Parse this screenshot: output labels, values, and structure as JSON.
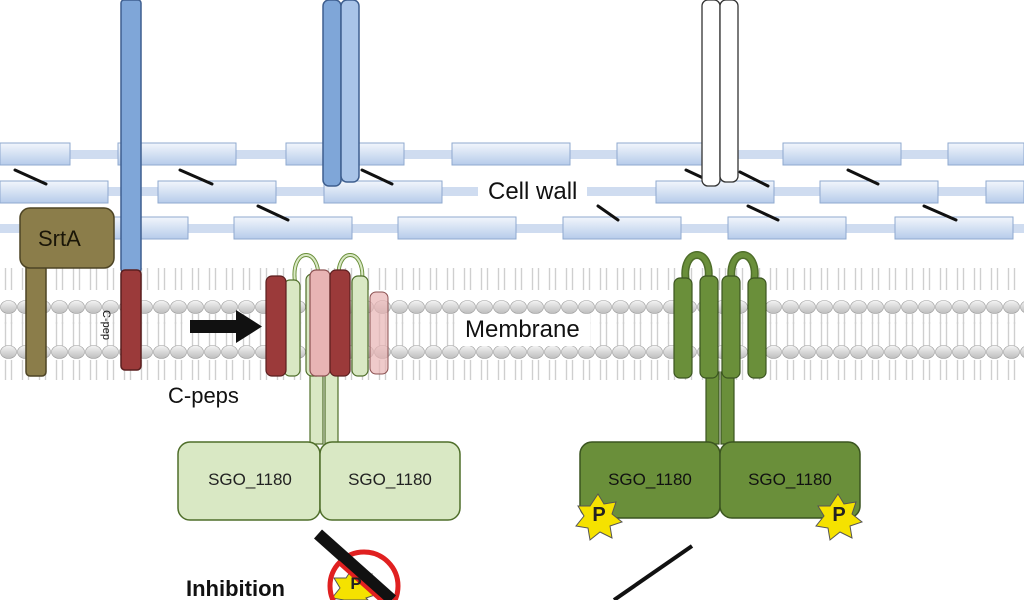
{
  "labels": {
    "cell_wall": "Cell wall",
    "membrane": "Membrane",
    "srta": "SrtA",
    "c_pep_vertical": "C-pep",
    "c_peps": "C-peps",
    "kinase_left_a": "SGO_1180",
    "kinase_left_b": "SGO_1180",
    "kinase_right_a": "SGO_1180",
    "kinase_right_b": "SGO_1180",
    "phospho_right_a": "P",
    "phospho_right_b": "P",
    "phospho_inhibited": "P",
    "inhibition": "Inhibition"
  },
  "colors": {
    "peptidoglycan_light": "#bfd3ee",
    "peptidoglycan_strand": "#cfdcf0",
    "sortase": "#8b7d4a",
    "protein_blue": "#7fa6d8",
    "c_pep_red": "#9b3a3a",
    "c_pep_pink": "#e8b4b4",
    "kinase_pale": "#d9e8c4",
    "kinase_active": "#6a8f3a",
    "phospho_yellow": "#f5e200",
    "inhibit_red": "#e02020"
  }
}
